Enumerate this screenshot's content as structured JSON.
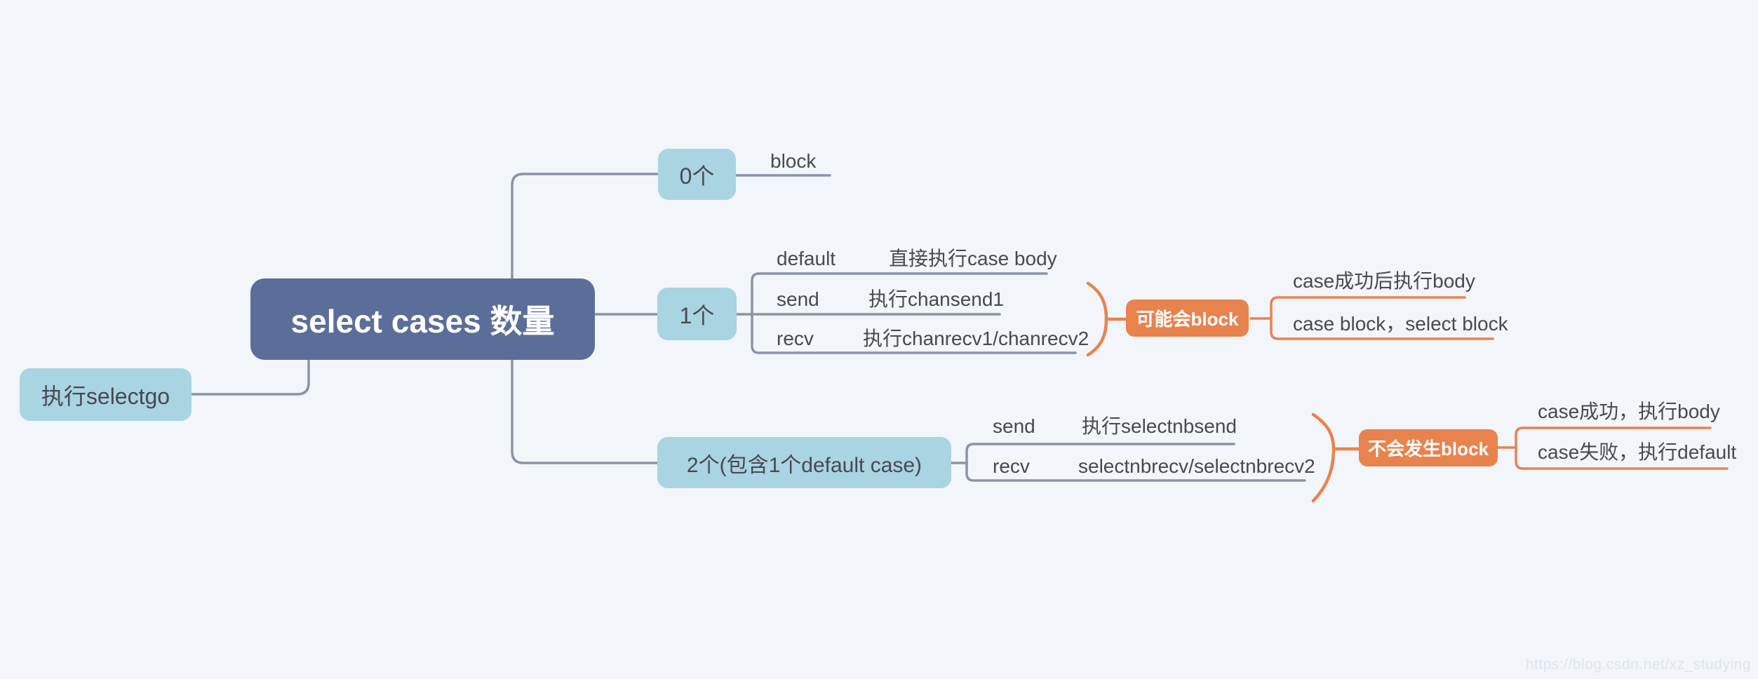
{
  "page": {
    "background": "#f2f5fa",
    "watermark": "https://blog.csdn.net/xz_studying"
  },
  "palette": {
    "root_fill": "#5b6d99",
    "topic_fill": "#a9d4e2",
    "accent": "#e8834e",
    "line": "#8b93a4",
    "text": "#47494f",
    "text_light": "#ffffff",
    "watermark": "#e0e4eb"
  },
  "root": {
    "label": "select cases 数量"
  },
  "precursor": {
    "label": "执行selectgo"
  },
  "branches": [
    {
      "label": "0个",
      "leaf": "block"
    },
    {
      "label": "1个",
      "cases": [
        {
          "key": "default",
          "desc": "直接执行case body"
        },
        {
          "key": "send",
          "desc": "执行chansend1"
        },
        {
          "key": "recv",
          "desc": "执行chanrecv1/chanrecv2"
        }
      ],
      "result": {
        "label": "可能会block",
        "outcomes": [
          "case成功后执行body",
          "case block，select block"
        ]
      }
    },
    {
      "label": "2个(包含1个default case)",
      "cases": [
        {
          "key": "send",
          "desc": "执行selectnbsend"
        },
        {
          "key": "recv",
          "desc": "selectnbrecv/selectnbrecv2"
        }
      ],
      "result": {
        "label": "不会发生block",
        "outcomes": [
          "case成功，执行body",
          "case失败，执行default"
        ]
      }
    }
  ]
}
